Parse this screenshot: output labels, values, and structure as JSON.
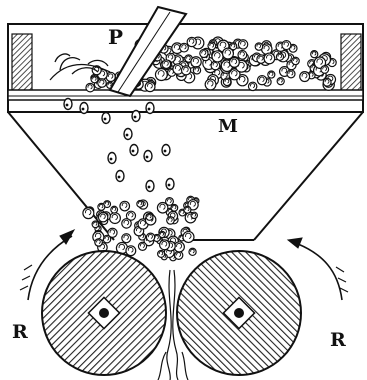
{
  "labels": {
    "paddle": "P",
    "mesh": "M",
    "roller_left": "R",
    "roller_right": "R"
  },
  "colors": {
    "ink": "#111111",
    "paper": "#ffffff"
  }
}
